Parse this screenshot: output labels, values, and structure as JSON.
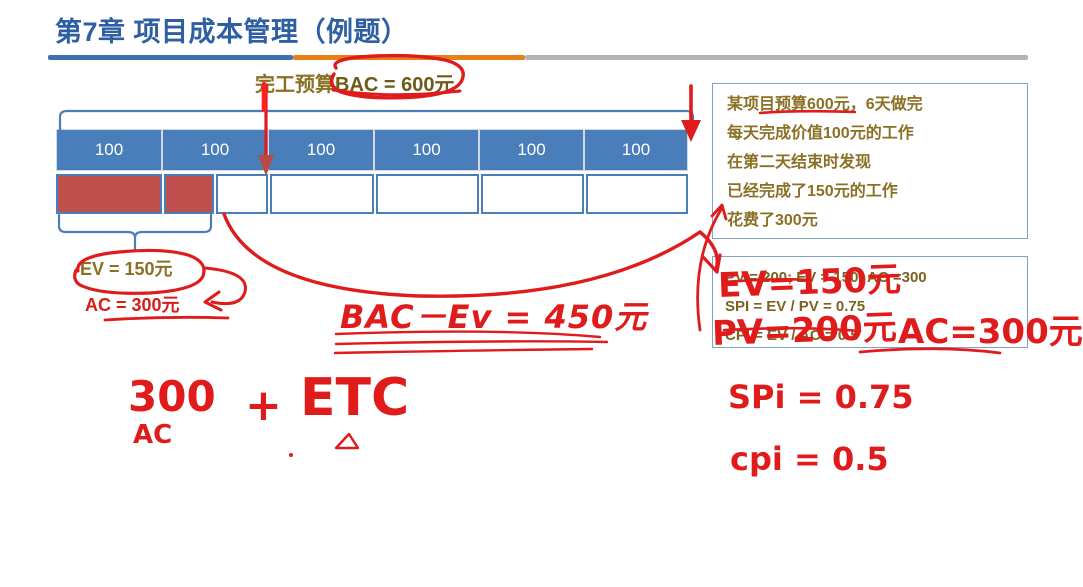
{
  "slide": {
    "title": "第7章 项目成本管理（例题）",
    "title_color": "#2E5FA3"
  },
  "divider": {
    "blue": "#3D6FB5",
    "orange": "#E8801A",
    "gray": "#B3B3B3"
  },
  "bac_caption": {
    "prefix": "完工预算",
    "value": "BAC = 600元"
  },
  "chart": {
    "planned_row_label": "planned-value-row",
    "planned_cells": [
      "100",
      "100",
      "100",
      "100",
      "100",
      "100"
    ],
    "actual_row_label": "actual-work-row",
    "actual_cells": [
      {
        "filled": true
      },
      {
        "filled": true
      },
      {
        "filled": false
      },
      {
        "filled": false
      },
      {
        "filled": false
      },
      {
        "filled": false
      },
      {
        "filled": false
      }
    ],
    "plan_color": "#4A7EBB",
    "actual_fill_color": "#C0504D"
  },
  "left_labels": {
    "ev": "EV = 150元",
    "ac": "AC = 300元"
  },
  "problem": {
    "lines": [
      "某项目预算600元，6天做完",
      "每天完成价值100元的工作",
      "在第二天结束时发现",
      "已经完成了150元的工作",
      "花费了300元"
    ]
  },
  "formulas": {
    "lines": [
      "PV = 200;  EV = 150;  AC =300",
      "SPI = EV / PV = 0.75",
      "CPI = EV / AC = 0.5"
    ]
  },
  "ink": {
    "color": "#E01B1B",
    "bac_minus_ev": "BAC－Ev = 450元",
    "ac_plus": "300",
    "ac_sub": "AC",
    "plus_sign": "+",
    "etc": "ETC",
    "ev_hand": "EV=150元",
    "pv_hand": "PV=200元",
    "ac_hand": "AC=300元",
    "spi_hand": "SPi = 0.75",
    "cpi_hand": "cpi = 0.5"
  }
}
